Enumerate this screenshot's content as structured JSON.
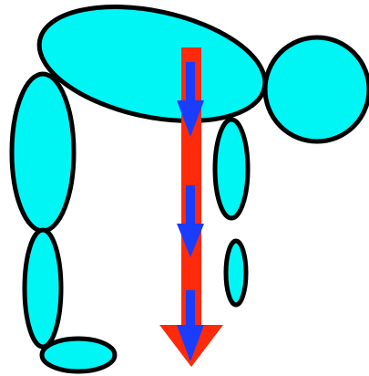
{
  "figure": {
    "colors": {
      "body_fill": "#00F5F5",
      "outline": "#000000",
      "force_arrow": "#FF2A0A",
      "component_arrow": "#1A3CFF",
      "background": "#FFFFFF"
    },
    "parts": [
      "head",
      "torso",
      "upper-leg",
      "lower-leg",
      "foot",
      "upper-arm",
      "forearm"
    ],
    "arrows": {
      "main": "down-arrow-red",
      "components": [
        "down-arrow-blue",
        "down-arrow-blue",
        "down-arrow-blue"
      ]
    }
  }
}
